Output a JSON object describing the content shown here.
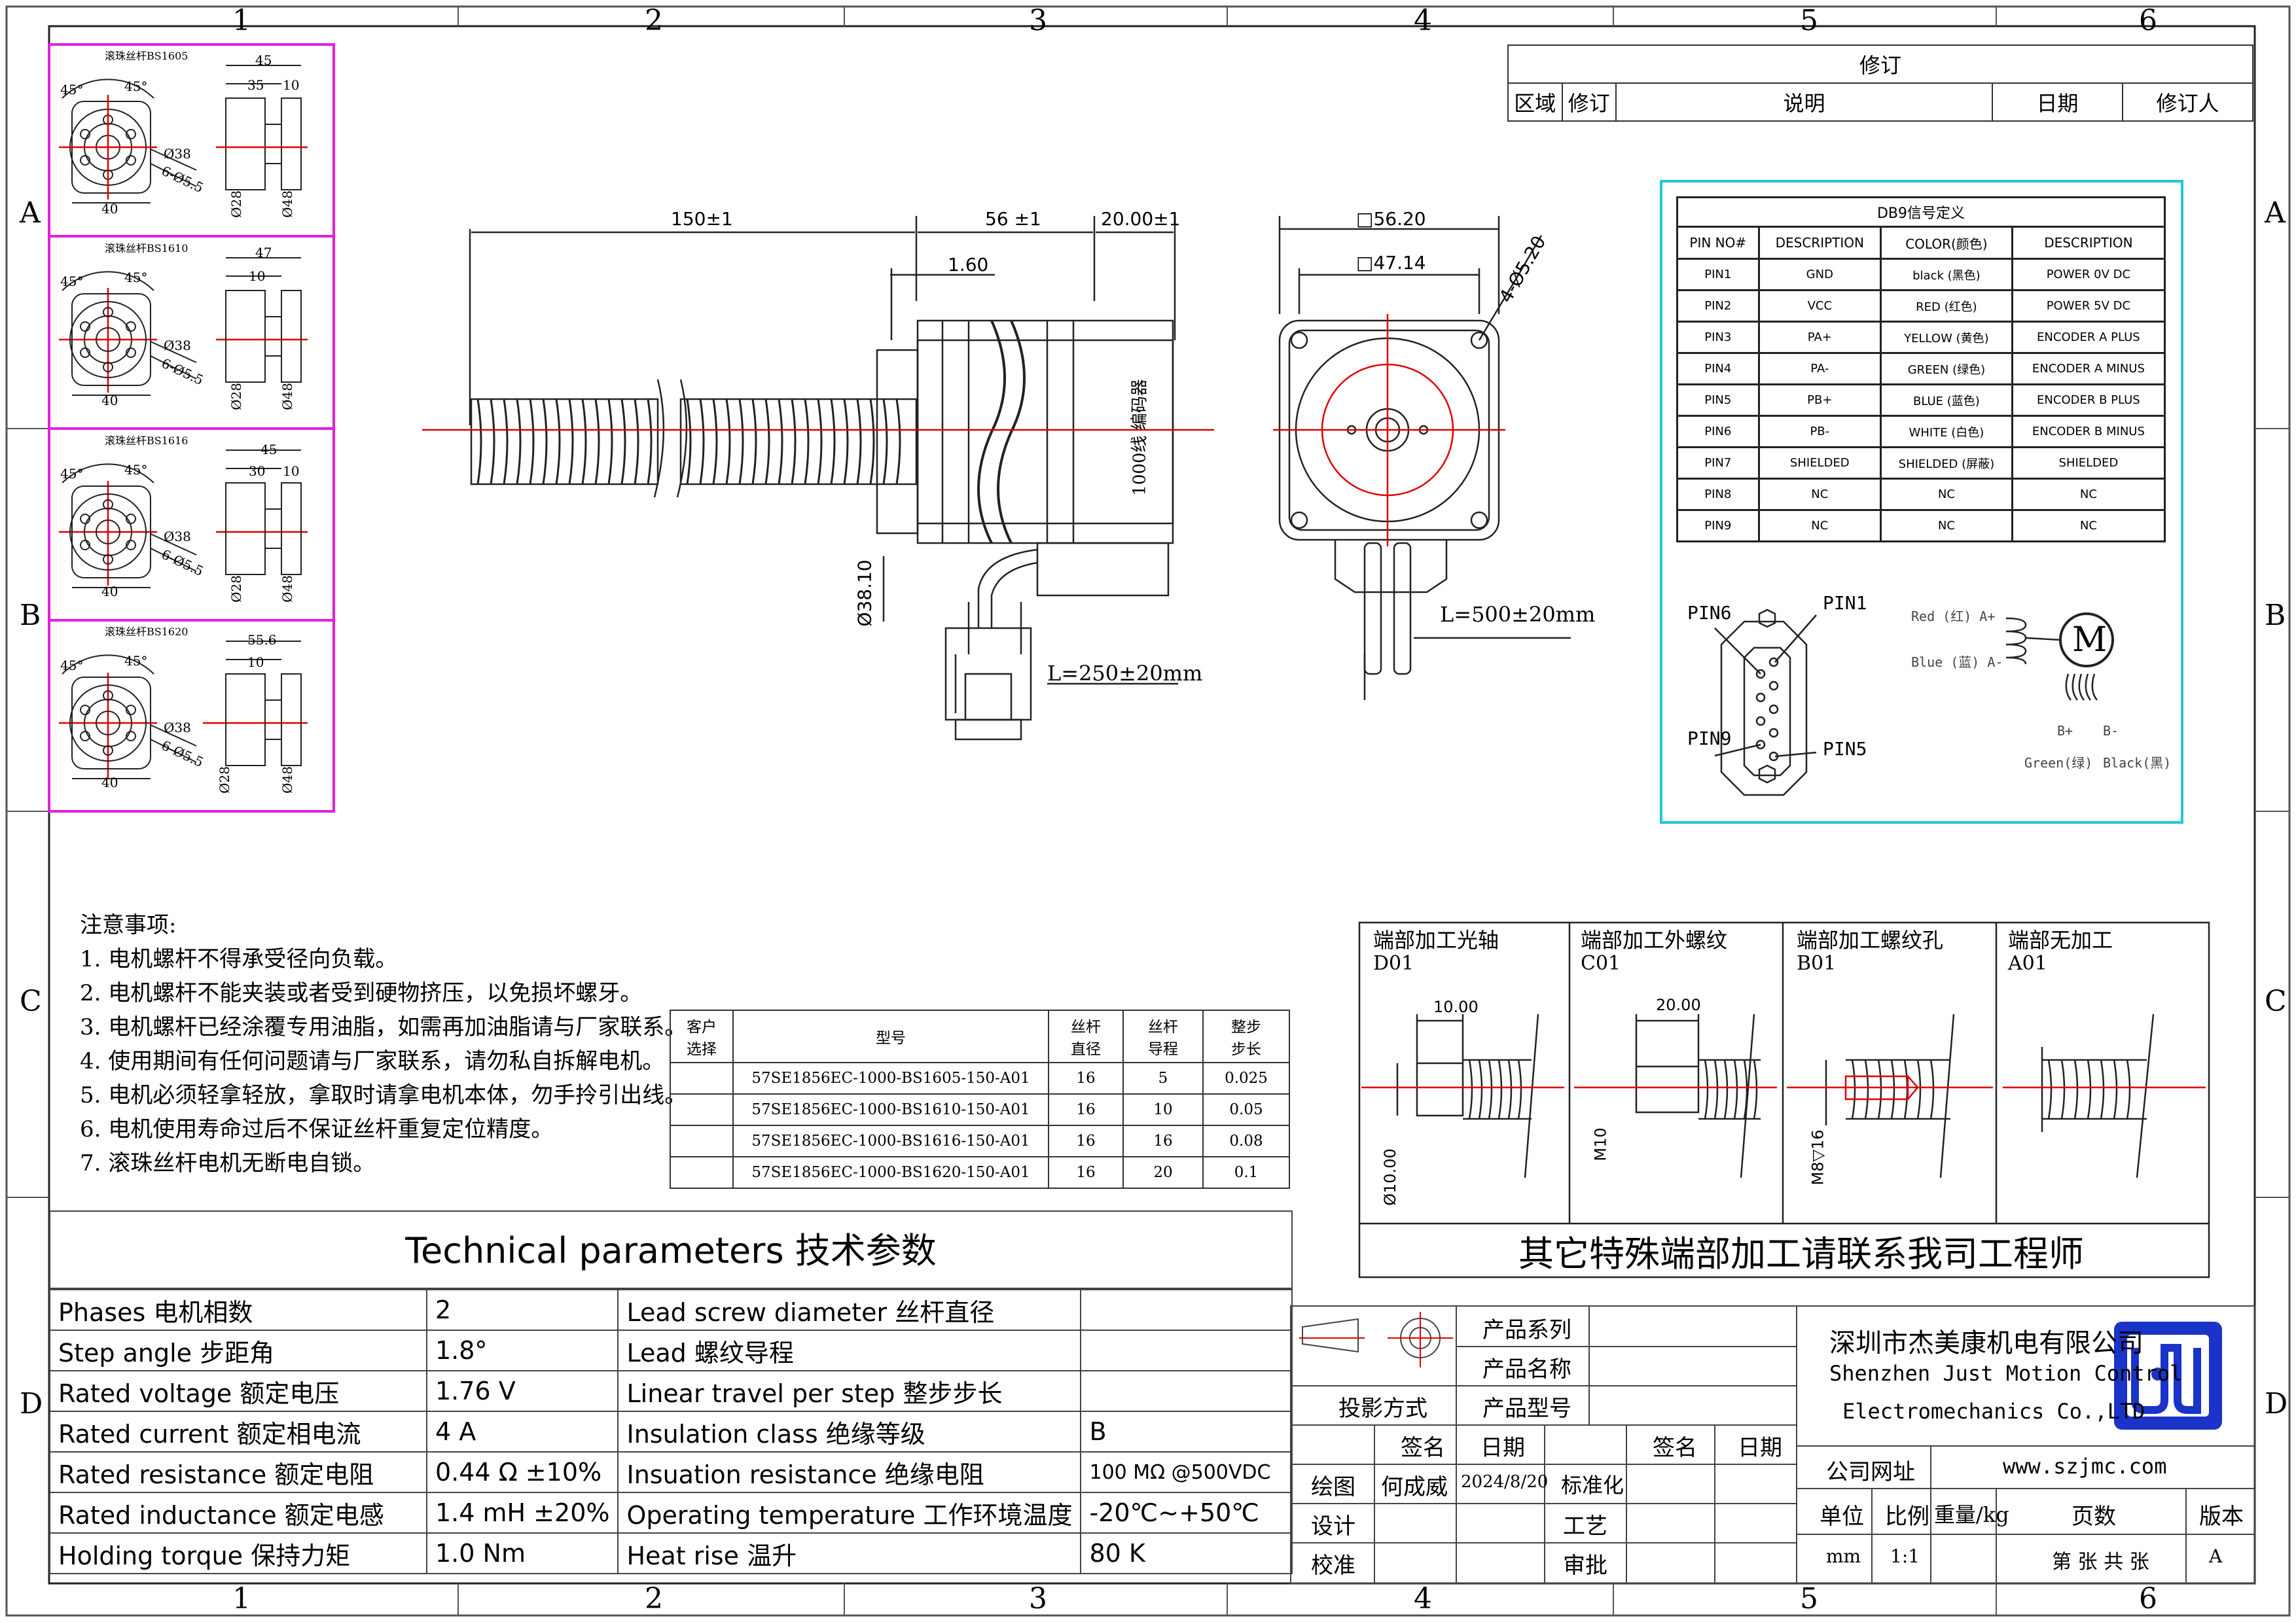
{
  "frame": {
    "columns": [
      "1",
      "2",
      "3",
      "4",
      "5",
      "6"
    ],
    "rows": [
      "A",
      "B",
      "C",
      "D"
    ]
  },
  "revision": {
    "title": "修订",
    "headers": [
      "区域",
      "修订",
      "说明",
      "日期",
      "修订人"
    ]
  },
  "screw_variants": [
    {
      "name": "滚珠丝杆BS1605",
      "top_dims": [
        "45",
        "35",
        "10"
      ],
      "angles": [
        "45°",
        "45°"
      ],
      "d1": "Ø38",
      "d2": "6-Ø5.5",
      "bottom": "40",
      "v1": "Ø28",
      "v2": "Ø48"
    },
    {
      "name": "滚珠丝杆BS1610",
      "top_dims": [
        "47",
        "10"
      ],
      "angles": [
        "45°",
        "45°"
      ],
      "d1": "Ø38",
      "d2": "6-Ø5.5",
      "bottom": "40",
      "v1": "Ø28",
      "v2": "Ø48"
    },
    {
      "name": "滚珠丝杆BS1616",
      "top_dims": [
        "45",
        "30",
        "10"
      ],
      "angles": [
        "45°",
        "45°"
      ],
      "d1": "Ø38",
      "d2": "6-Ø5.5",
      "bottom": "40",
      "v1": "Ø28",
      "v2": "Ø48"
    },
    {
      "name": "滚珠丝杆BS1620",
      "top_dims": [
        "55.6",
        "10"
      ],
      "angles": [
        "45°",
        "45°"
      ],
      "d1": "Ø38",
      "d2": "6-Ø5.5",
      "bottom": "40",
      "v1": "Ø28",
      "v2": "Ø48"
    }
  ],
  "side_view": {
    "dim_total": "150±1",
    "dim_body": "56 ±1",
    "dim_end": "20.00±1",
    "dim_flange": "1.60",
    "dia": "Ø38.10",
    "encoder_text": "1000线 编码器",
    "cable_len": "L=250±20mm"
  },
  "front_view": {
    "dim_outer": "□56.20",
    "dim_inner": "□47.14",
    "holes": "4-Ø5.20",
    "cable_len": "L=500±20mm"
  },
  "db9": {
    "title": "DB9信号定义",
    "headers": [
      "PIN NO#",
      "DESCRIPTION",
      "COLOR(颜色)",
      "DESCRIPTION"
    ],
    "rows": [
      [
        "PIN1",
        "GND",
        "black (黑色)",
        "POWER 0V DC"
      ],
      [
        "PIN2",
        "VCC",
        "RED (红色)",
        "POWER 5V DC"
      ],
      [
        "PIN3",
        "PA+",
        "YELLOW (黄色)",
        "ENCODER A PLUS"
      ],
      [
        "PIN4",
        "PA-",
        "GREEN (绿色)",
        "ENCODER A MINUS"
      ],
      [
        "PIN5",
        "PB+",
        "BLUE (蓝色)",
        "ENCODER B PLUS"
      ],
      [
        "PIN6",
        "PB-",
        "WHITE (白色)",
        "ENCODER B MINUS"
      ],
      [
        "PIN7",
        "SHIELDED",
        "SHIELDED (屏蔽)",
        "SHIELDED"
      ],
      [
        "PIN8",
        "NC",
        "NC",
        "NC"
      ],
      [
        "PIN9",
        "NC",
        "NC",
        "NC"
      ]
    ],
    "pin_labels": [
      "PIN6",
      "PIN1",
      "PIN9",
      "PIN5"
    ],
    "motor": {
      "red": "Red (红) A+",
      "blue": "Blue (蓝) A-",
      "m": "M",
      "bplus": "B+",
      "bminus": "B-",
      "green": "Green(绿)",
      "black": "Black(黑)"
    }
  },
  "notes": {
    "title": "注意事项:",
    "items": [
      "1.  电机螺杆不得承受径向负载。",
      "2.  电机螺杆不能夹装或者受到硬物挤压，以免损坏螺牙。",
      "3.  电机螺杆已经涂覆专用油脂，如需再加油脂请与厂家联系。",
      "4.  使用期间有任何问题请与厂家联系，请勿私自拆解电机。",
      "5.  电机必须轻拿轻放，拿取时请拿电机本体，勿手拎引出线。",
      "6.  电机使用寿命过后不保证丝杆重复定位精度。",
      "7.  滚珠丝杆电机无断电自锁。"
    ]
  },
  "model_table": {
    "headers": [
      "客户\n选择",
      "型号",
      "丝杆\n直径",
      "丝杆\n导程",
      "整步\n步长"
    ],
    "rows": [
      [
        "",
        "57SE1856EC-1000-BS1605-150-A01",
        "16",
        "5",
        "0.025"
      ],
      [
        "",
        "57SE1856EC-1000-BS1610-150-A01",
        "16",
        "10",
        "0.05"
      ],
      [
        "",
        "57SE1856EC-1000-BS1616-150-A01",
        "16",
        "16",
        "0.08"
      ],
      [
        "",
        "57SE1856EC-1000-BS1620-150-A01",
        "16",
        "20",
        "0.1"
      ]
    ]
  },
  "end_machining": {
    "options": [
      {
        "title": "端部加工光轴",
        "code": "D01",
        "dim1": "10.00",
        "dim2": "Ø10.00"
      },
      {
        "title": "端部加工外螺纹",
        "code": "C01",
        "dim1": "20.00",
        "dim2": "M10"
      },
      {
        "title": "端部加工螺纹孔",
        "code": "B01",
        "dim2": "M8▽16"
      },
      {
        "title": "端部无加工",
        "code": "A01"
      }
    ],
    "footer": "其它特殊端部加工请联系我司工程师"
  },
  "tech": {
    "title": "Technical parameters 技术参数",
    "rows": [
      [
        "Phases 电机相数",
        "2",
        "Lead screw diameter 丝杆直径",
        ""
      ],
      [
        "Step angle 步距角",
        "1.8°",
        "Lead 螺纹导程",
        ""
      ],
      [
        "Rated voltage 额定电压",
        "1.76 V",
        "Linear travel per step 整步步长",
        ""
      ],
      [
        "Rated current 额定相电流",
        "4 A",
        "Insulation class 绝缘等级",
        "B"
      ],
      [
        "Rated resistance 额定电阻",
        "0.44 Ω  ±10%",
        "Insuation resistance 绝缘电阻",
        "100 MΩ @500VDC"
      ],
      [
        "Rated inductance 额定电感",
        "1.4 mH ±20%",
        "Operating temperature 工作环境温度",
        "-20℃~+50℃"
      ],
      [
        "Holding torque 保持力矩",
        "1.0 Nm",
        "Heat rise 温升",
        "80 K"
      ]
    ]
  },
  "title_block": {
    "product_series": "产品系列",
    "product_name": "产品名称",
    "product_model": "产品型号",
    "projection": "投影方式",
    "sign": "签名",
    "date": "日期",
    "sign2": "签名",
    "date2": "日期",
    "draw": "绘图",
    "drawer": "何成威",
    "draw_date": "2024/8/20",
    "standard": "标准化",
    "design": "设计",
    "process": "工艺",
    "check": "校准",
    "approve": "审批",
    "company_cn": "深圳市杰美康机电有限公司",
    "company_en1": "Shenzhen Just Motion Control",
    "company_en2": "Electromechanics Co.,LTD",
    "website_label": "公司网址",
    "website": "www.szjmc.com",
    "unit_label": "单位",
    "scale_label": "比例",
    "weight_label": "重量/kg",
    "pages_label": "页数",
    "version_label": "版本",
    "unit": "mm",
    "scale": "1:1",
    "pages": "第 张 共 张",
    "version": "A"
  },
  "colors": {
    "red": "#e00000",
    "magenta": "#e020e0",
    "cyan": "#20c8d8",
    "logo": "#1a33c8"
  }
}
